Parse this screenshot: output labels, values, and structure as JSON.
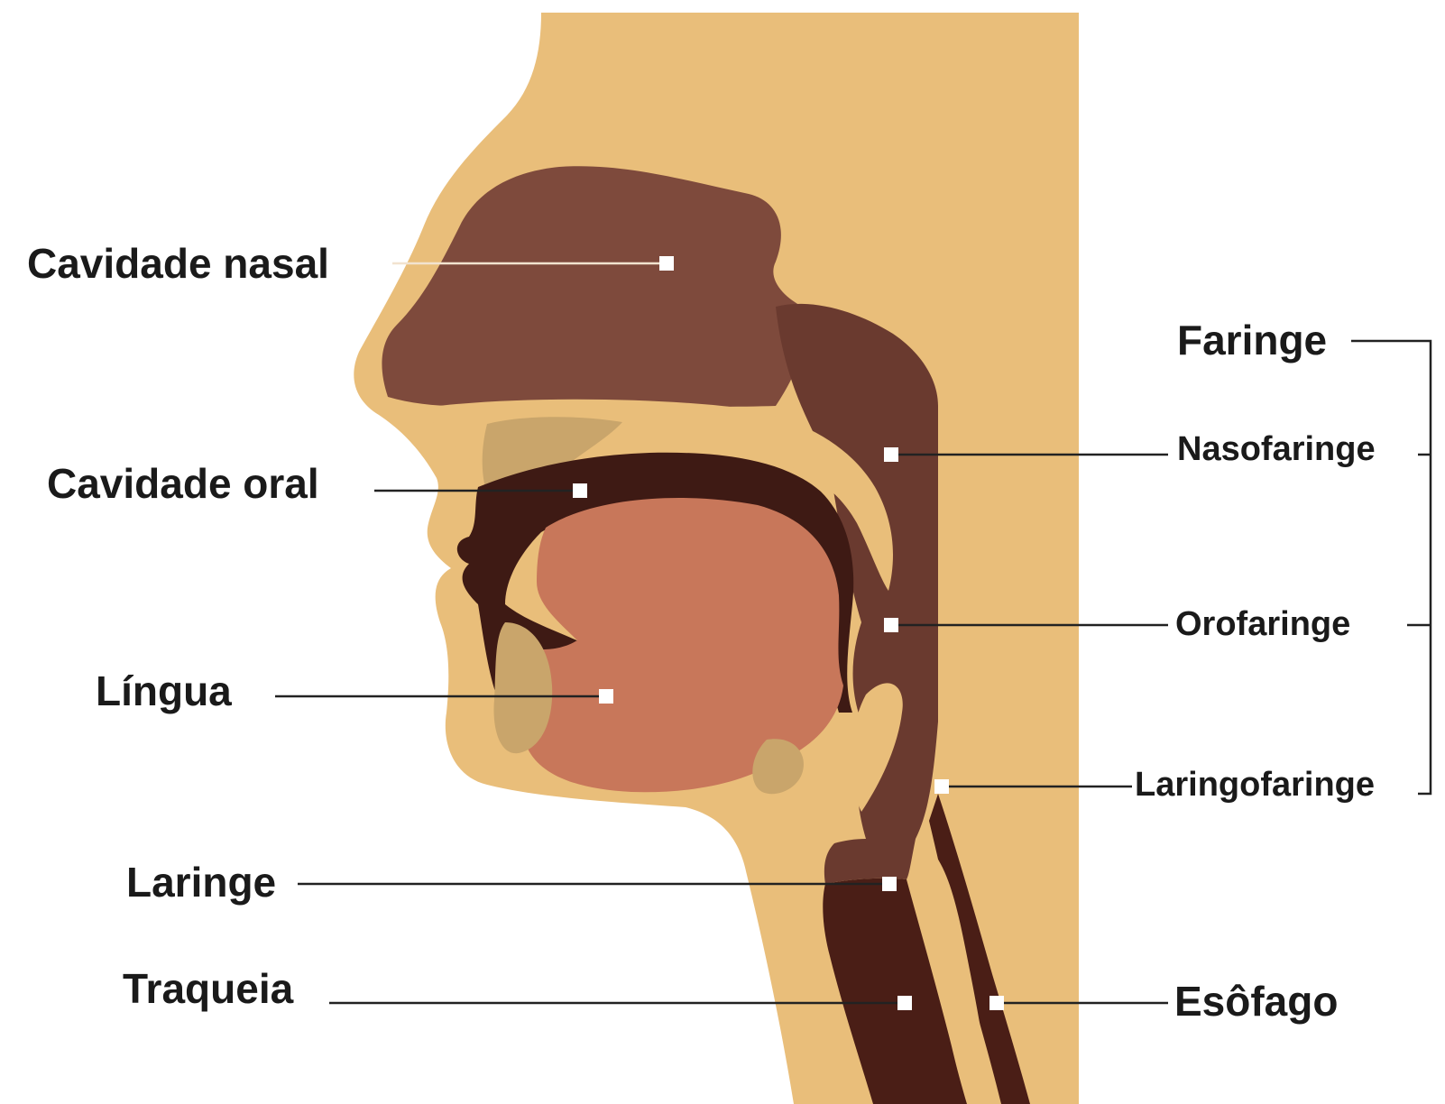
{
  "labels": {
    "cavidade_nasal": "Cavidade nasal",
    "cavidade_oral": "Cavidade oral",
    "lingua": "Língua",
    "laringe": "Laringe",
    "traqueia": "Traqueia",
    "faringe": "Faringe",
    "nasofaringe": "Nasofaringe",
    "orofaringe": "Orofaringe",
    "laringofaringe": "Laringofaringe",
    "esofago": "Esôfago"
  },
  "colors": {
    "skin": "#E9BE7A",
    "nasal_cavity": "#7E4A3C",
    "pharynx": "#6A3A2F",
    "dark_cavity": "#3E1A14",
    "tongue": "#C8775A",
    "bone": "#C9A56B",
    "esophagus_dark": "#4A1E16"
  }
}
